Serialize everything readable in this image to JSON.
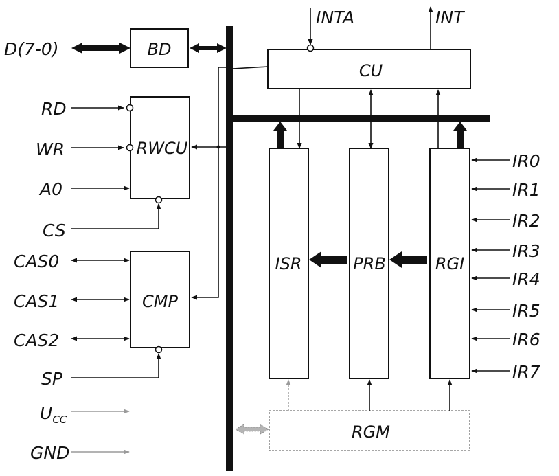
{
  "blocks": {
    "bd": "BD",
    "cu": "CU",
    "rwcu": "RWCU",
    "cmp": "CMP",
    "isr": "ISR",
    "prb": "PRB",
    "rgi": "RGI",
    "rgm": "RGM"
  },
  "pins": {
    "data_bus": "D(7-0)",
    "rd": "RD",
    "wr": "WR",
    "a0": "A0",
    "cs": "CS",
    "cas0": "CAS0",
    "cas1": "CAS1",
    "cas2": "CAS2",
    "sp": "SP",
    "ucc_main": "U",
    "ucc_sub": "CC",
    "gnd": "GND",
    "inta": "INTA",
    "int": "INT",
    "ir": [
      "IR0",
      "IR1",
      "IR2",
      "IR3",
      "IR4",
      "IR5",
      "IR6",
      "IR7"
    ]
  },
  "colors": {
    "ink": "#111111",
    "faint": "#9a9a9a"
  }
}
